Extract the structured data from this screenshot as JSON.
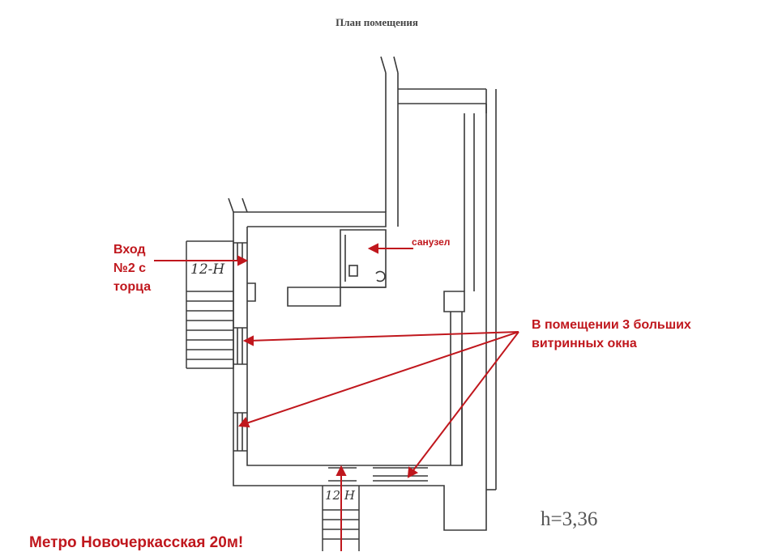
{
  "title": "План помещения",
  "labels": {
    "entrance2": [
      "Вход",
      "№2 с",
      "торца"
    ],
    "bathroom": "санузел",
    "windows": [
      "В помещении 3 больших",
      "витринных окна"
    ],
    "stair_left": "12-Н",
    "stair_bottom": "12 Н",
    "height": "h=3,36",
    "metro": "Метро Новочеркасская 20м!"
  },
  "colors": {
    "wall": "#3a3a3a",
    "annotation": "#c0171d"
  }
}
